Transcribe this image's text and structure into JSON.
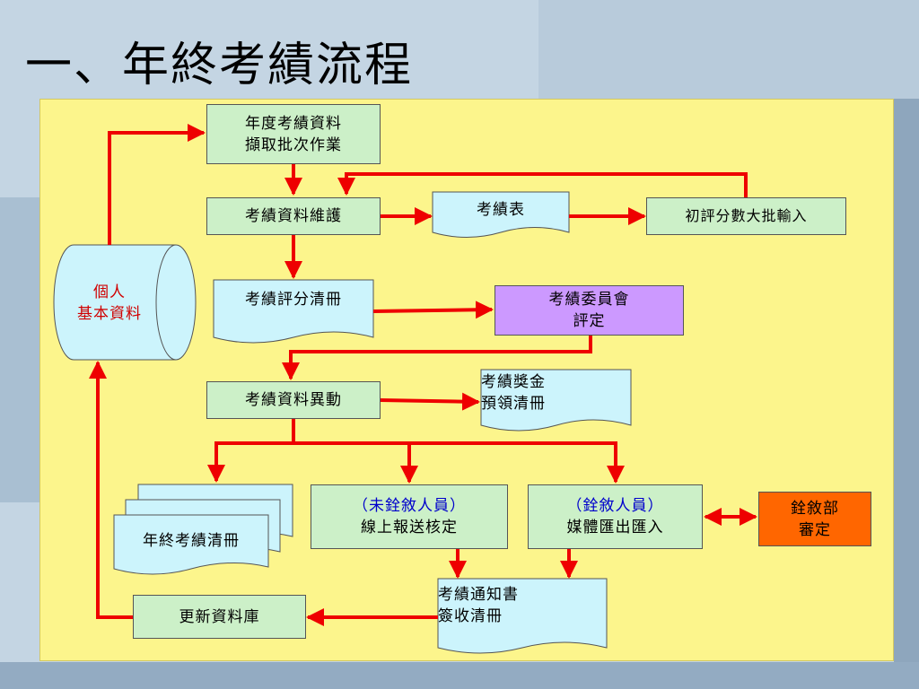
{
  "title": "一、年終考績流程",
  "nodes": {
    "annual_extract": [
      "年度考績資料",
      "擷取批次作業"
    ],
    "maintain": "考績資料維護",
    "score_table": "考績表",
    "batch_input": "初評分數大批輸入",
    "personal": [
      "個人",
      "基本資料"
    ],
    "score_register": "考績評分清冊",
    "committee": [
      "考績委員會",
      "評定"
    ],
    "data_change": "考績資料異動",
    "bonus": [
      "考績獎金",
      "預領清冊"
    ],
    "year_end_register": "年終考績清冊",
    "online": [
      "（未銓敘人員）",
      "線上報送核定"
    ],
    "media": [
      "（銓敘人員）",
      "媒體匯出匯入"
    ],
    "ministry": [
      "銓敘部",
      "審定"
    ],
    "notice": [
      "考績通知書",
      "簽收清冊"
    ],
    "update_db": "更新資料庫"
  },
  "colors": {
    "panel": "#fcf58c",
    "process": "#ccf0c8",
    "document": "#ccf4fc",
    "committee": "#cc99ff",
    "ministry": "#ff6600",
    "arrow": "#ee0000"
  }
}
